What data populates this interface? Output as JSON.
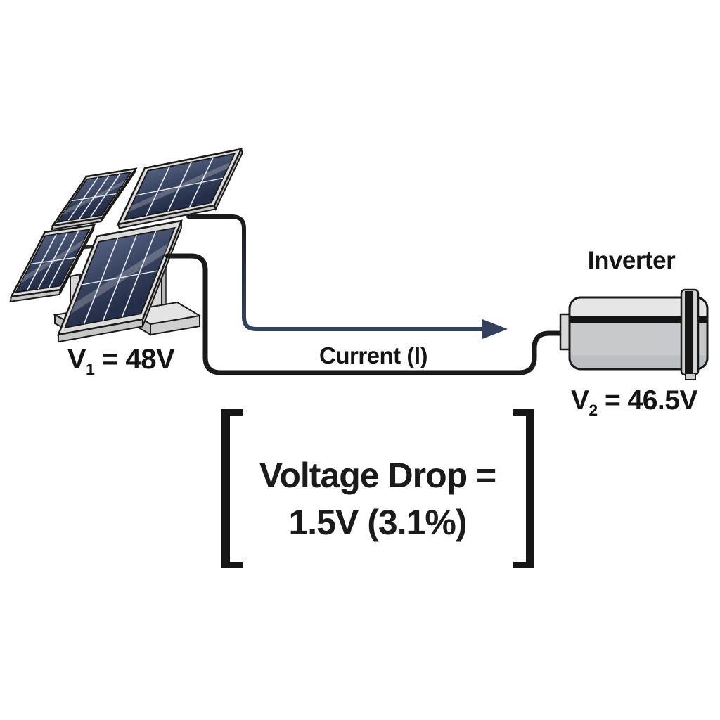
{
  "colors": {
    "wire_black": "#1a1a1a",
    "current_arrow_blue": "#35425e",
    "panel_glass_light": "#535f7e",
    "panel_glass_mid": "#3a4662",
    "panel_glass_dark": "#252e48",
    "panel_frame": "#dcdcdc",
    "mount_gray": "#d6d6d6",
    "inverter_body": "#c8c9cb",
    "inverter_highlight": "#e6e6e7",
    "inverter_stripe": "#141414",
    "outline": "#1a1a1a",
    "label_text": "#141414"
  },
  "solar_array": {
    "voltage_label": {
      "base": "V",
      "sub": "1",
      "rest": " = 48V"
    }
  },
  "wiring": {
    "current_label": "Current (I)"
  },
  "inverter": {
    "title": "Inverter",
    "voltage_label": {
      "base": "V",
      "sub": "2",
      "rest": " = 46.5V"
    }
  },
  "voltage_drop": {
    "line1": "Voltage Drop =",
    "line2": "1.5V (3.1%)"
  }
}
